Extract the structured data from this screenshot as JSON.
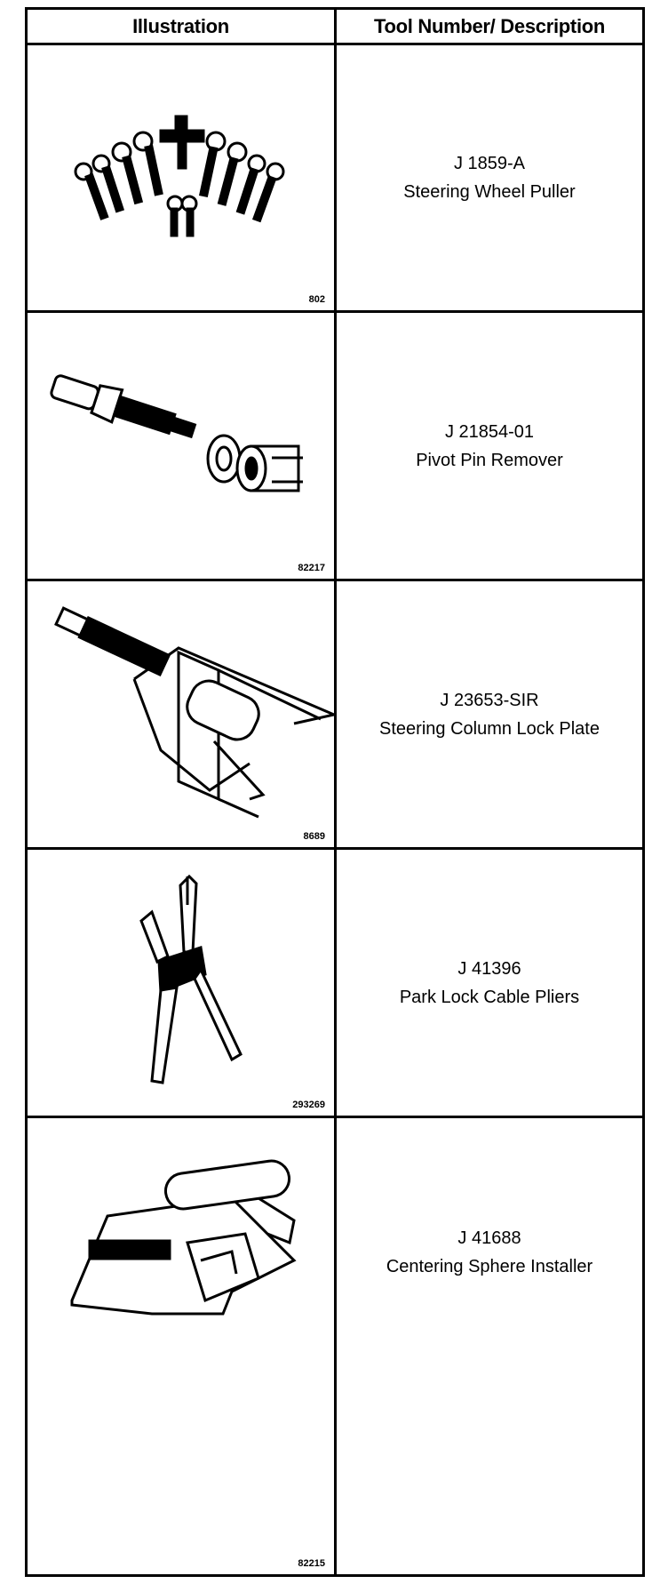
{
  "header": {
    "illustration": "Illustration",
    "tool": "Tool Number/ Description"
  },
  "rows": [
    {
      "tool_number": "J 1859-A",
      "description": "Steering Wheel Puller",
      "figure": "802",
      "icon": "steering-wheel-puller-icon"
    },
    {
      "tool_number": "J 21854-01",
      "description": "Pivot Pin Remover",
      "figure": "82217",
      "icon": "pivot-pin-remover-icon"
    },
    {
      "tool_number": "J 23653-SIR",
      "description": "Steering Column Lock Plate",
      "figure": "8689",
      "icon": "lock-plate-compressor-icon"
    },
    {
      "tool_number": "J 41396",
      "description": "Park Lock Cable Pliers",
      "figure": "293269",
      "icon": "pliers-icon"
    },
    {
      "tool_number": "J 41688",
      "description": "Centering Sphere Installer",
      "figure": "82215",
      "icon": "centering-sphere-installer-icon"
    }
  ]
}
